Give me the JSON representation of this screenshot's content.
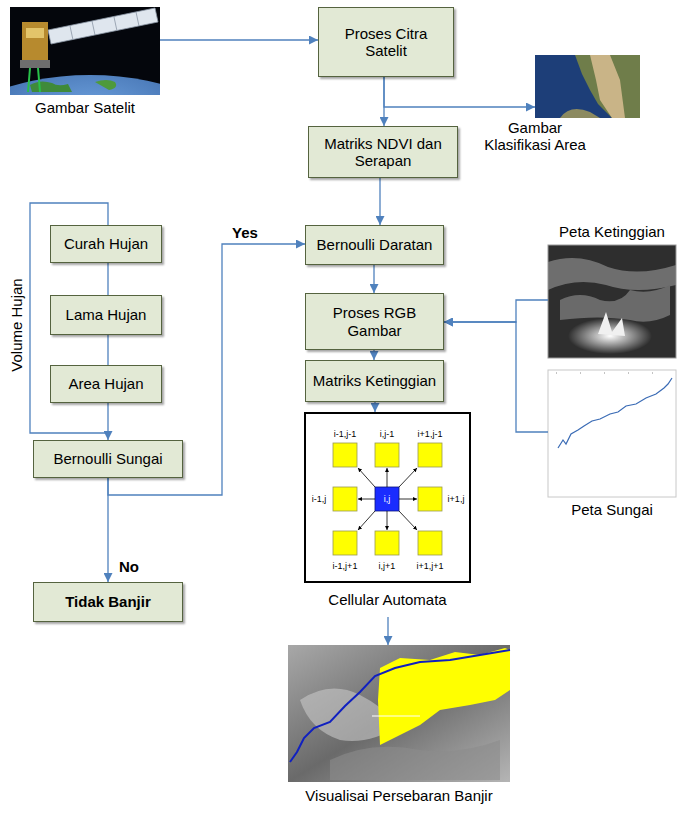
{
  "diagram": {
    "nodes": [
      {
        "text": [
          "Gambar Satelit"
        ]
      },
      {
        "text": [
          "Proses Citra Satelit"
        ]
      },
      {
        "text": [
          "Gambar Klasifikasi Area"
        ]
      },
      {
        "text": [
          "Matriks NDVI dan Serapan"
        ]
      },
      {
        "text": [
          "Curah Hujan"
        ]
      },
      {
        "text": [
          "Bernoulli Daratan"
        ]
      },
      {
        "text": [
          "Peta Ketinggian"
        ]
      },
      {
        "text": [
          "Lama Hujan"
        ]
      },
      {
        "text": [
          "Proses RGB Gambar"
        ]
      },
      {
        "text": [
          "Area Hujan"
        ]
      },
      {
        "text": [
          "Matriks Ketinggian"
        ]
      },
      {
        "text": [
          "Peta Sungai"
        ]
      },
      {
        "text": [
          "Bernoulli Sungai"
        ]
      },
      {
        "text": [
          "Cellular Automata"
        ]
      },
      {
        "text": [
          "Tidak Banjir"
        ]
      },
      {
        "text": [
          "Visualisai Persebaran Banjir"
        ]
      }
    ],
    "edges": [
      {
        "from": 0,
        "to": 1,
        "arrow": "to"
      },
      {
        "from": 1,
        "to": 2,
        "arrow": "to"
      },
      {
        "from": 1,
        "to": 3,
        "arrow": "to"
      },
      {
        "from": 3,
        "to": 5,
        "arrow": "to"
      },
      {
        "from": 12,
        "to": 5,
        "label": "Yes",
        "arrow": "to"
      },
      {
        "from": 12,
        "to": 14,
        "label": "No",
        "arrow": "to"
      },
      {
        "from": 4,
        "to": 7,
        "arrow": "none"
      },
      {
        "from": 7,
        "to": 9,
        "arrow": "none"
      },
      {
        "from": 9,
        "to": 12,
        "arrow": "to"
      },
      {
        "from": 5,
        "to": 8,
        "arrow": "to"
      },
      {
        "from": 6,
        "to": 8,
        "arrow": "to"
      },
      {
        "from": 11,
        "to": 8,
        "arrow": "to"
      },
      {
        "from": 8,
        "to": 10,
        "arrow": "to"
      },
      {
        "from": 10,
        "to": 13,
        "arrow": "to"
      },
      {
        "from": 13,
        "to": 15,
        "arrow": "to"
      }
    ],
    "labels": [
      "Volume Hujan",
      "i-1,j-1",
      "i,j-1",
      "i+1,j-1",
      "i-1,j",
      "i,j",
      "i+1,j",
      "i-1,j+1",
      "i,j+1",
      "i+1,j+1"
    ]
  }
}
